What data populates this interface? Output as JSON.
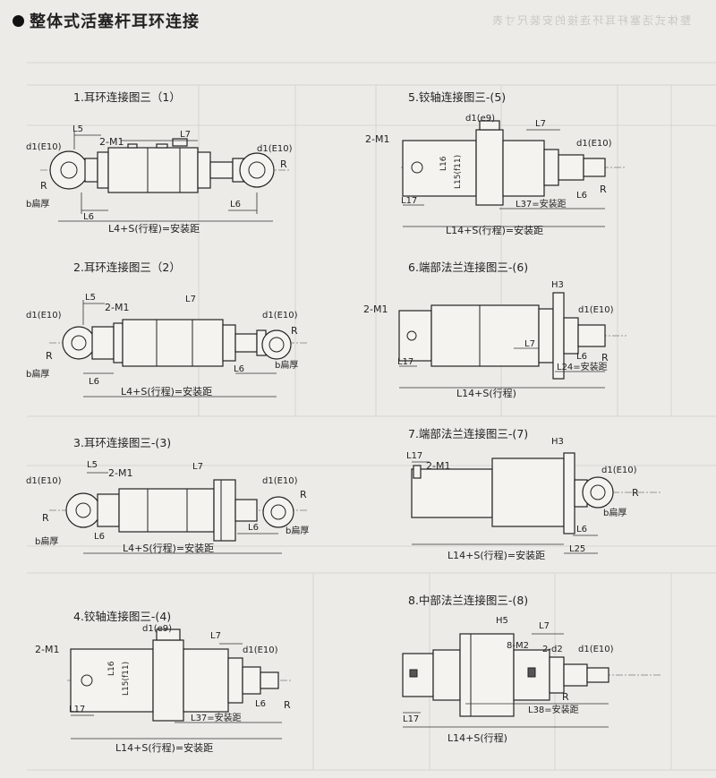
{
  "title": "整体式活塞杆耳环连接",
  "ghost_title": "整体式活塞杆耳环连接的安装尺寸表",
  "diagrams": [
    {
      "caption": "1.耳环连接图三（1）",
      "labels": {
        "l5": "L5",
        "m1": "2-M1",
        "l7": "L7",
        "d1": "d1(E10)",
        "d1b": "d1(E10)",
        "r": "R",
        "rb": "R",
        "b": "b扁厚",
        "l6": "L6",
        "l6b": "L6",
        "dim": "L4+S(行程)=安装距"
      }
    },
    {
      "caption": "2.耳环连接图三（2）",
      "labels": {
        "l5": "L5",
        "m1": "2-M1",
        "l7": "L7",
        "d1": "d1(E10)",
        "d1b": "d1(E10)",
        "r": "R",
        "rb": "R",
        "b": "b扁厚",
        "bb": "b扁厚",
        "l6": "L6",
        "l6b": "L6",
        "dim": "L4+S(行程)=安装距"
      }
    },
    {
      "caption": "3.耳环连接图三-(3)",
      "labels": {
        "l5": "L5",
        "m1": "2-M1",
        "l7": "L7",
        "d1": "d1(E10)",
        "d1b": "d1(E10)",
        "r": "R",
        "rb": "R",
        "b": "b扁厚",
        "bb": "b扁厚",
        "l6": "L6",
        "l6b": "L6",
        "dim": "L4+S(行程)=安装距"
      }
    },
    {
      "caption": "4.铰轴连接图三-(4)",
      "labels": {
        "m1": "2-M1",
        "de": "d1(e9)",
        "l7": "L7",
        "d1": "d1(E10)",
        "l16": "L16",
        "l15": "L15(f11)",
        "l17": "L17",
        "l6": "L6",
        "r": "R",
        "l37": "L37=安装距",
        "dim": "L14+S(行程)=安装距"
      }
    },
    {
      "caption": "5.铰轴连接图三-(5)",
      "labels": {
        "m1": "2-M1",
        "de": "d1(e9)",
        "l7": "L7",
        "d1": "d1(E10)",
        "l16": "L16",
        "l15": "L15(f11)",
        "l17": "L17",
        "l6": "L6",
        "r": "R",
        "l37": "L37=安装距",
        "dim": "L14+S(行程)=安装距"
      }
    },
    {
      "caption": "6.端部法兰连接图三-(6)",
      "labels": {
        "m1": "2-M1",
        "h3": "H3",
        "d1": "d1(E10)",
        "l7": "L7",
        "r": "R",
        "l6": "L6",
        "l17": "L17",
        "l24": "L24=安装距",
        "dim": "L14+S(行程)"
      }
    },
    {
      "caption": "7.端部法兰连接图三-(7)",
      "labels": {
        "l17": "L17",
        "m1": "2-M1",
        "h3": "H3",
        "d1": "d1(E10)",
        "r": "R",
        "b": "b扁厚",
        "l6": "L6",
        "l25": "L25",
        "dim": "L14+S(行程)=安装距"
      }
    },
    {
      "caption": "8.中部法兰连接图三-(8)",
      "labels": {
        "h5": "H5",
        "l7": "L7",
        "m2": "8-M2",
        "d2": "2-d2",
        "d1": "d1(E10)",
        "l17": "L17",
        "r": "R",
        "l38": "L38=安装距",
        "dim": "L14+S(行程)"
      }
    }
  ]
}
